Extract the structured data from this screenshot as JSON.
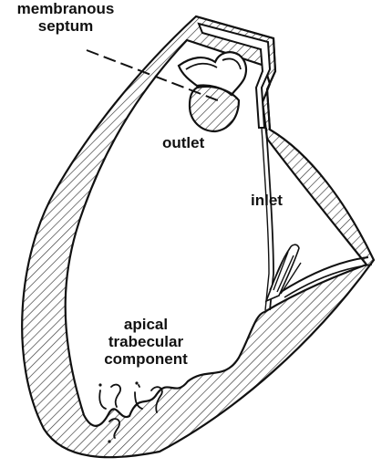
{
  "labels": {
    "membranous_septum_line1": "membranous",
    "membranous_septum_line2": "septum",
    "outlet": "outlet",
    "inlet": "inlet",
    "apical_line1": "apical",
    "apical_line2": "trabecular",
    "apical_line3": "component"
  },
  "colors": {
    "stroke": "#111111",
    "hatch": "#333333",
    "background": "#ffffff"
  }
}
